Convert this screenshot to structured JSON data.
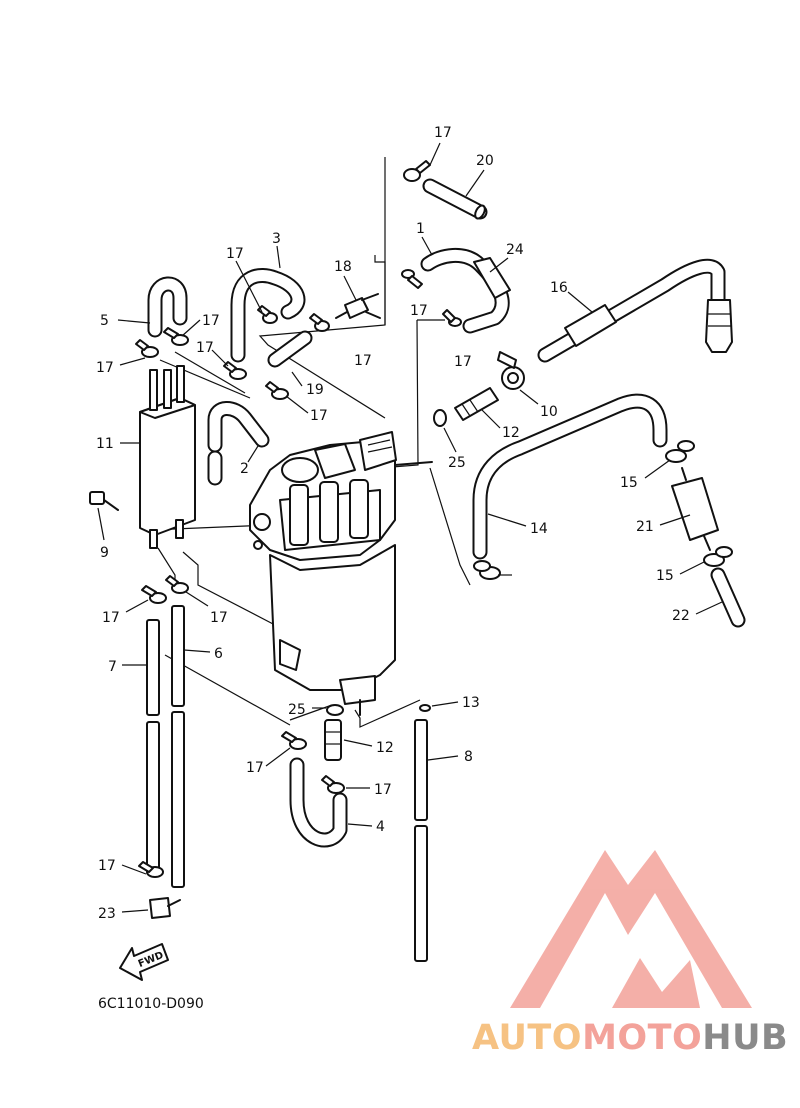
{
  "diagram": {
    "callouts": [
      "17",
      "20",
      "1",
      "24",
      "3",
      "17",
      "18",
      "16",
      "5",
      "17",
      "17",
      "17",
      "17",
      "17",
      "17",
      "19",
      "17",
      "10",
      "12",
      "11",
      "2",
      "25",
      "15",
      "9",
      "14",
      "21",
      "17",
      "17",
      "15",
      "7",
      "6",
      "22",
      "25",
      "13",
      "12",
      "17",
      "17",
      "8",
      "4",
      "17",
      "23"
    ],
    "reference_code": "6C11010-D090",
    "fwd_label": "FWD"
  },
  "watermark": {
    "part_1": "AUTO",
    "part_2": "MOTO",
    "part_3": "HUB",
    "colors": {
      "auto": "#f6c283",
      "moto": "#f3a29a",
      "hub": "#8a8a8a",
      "logo": "#f08f8f"
    }
  }
}
